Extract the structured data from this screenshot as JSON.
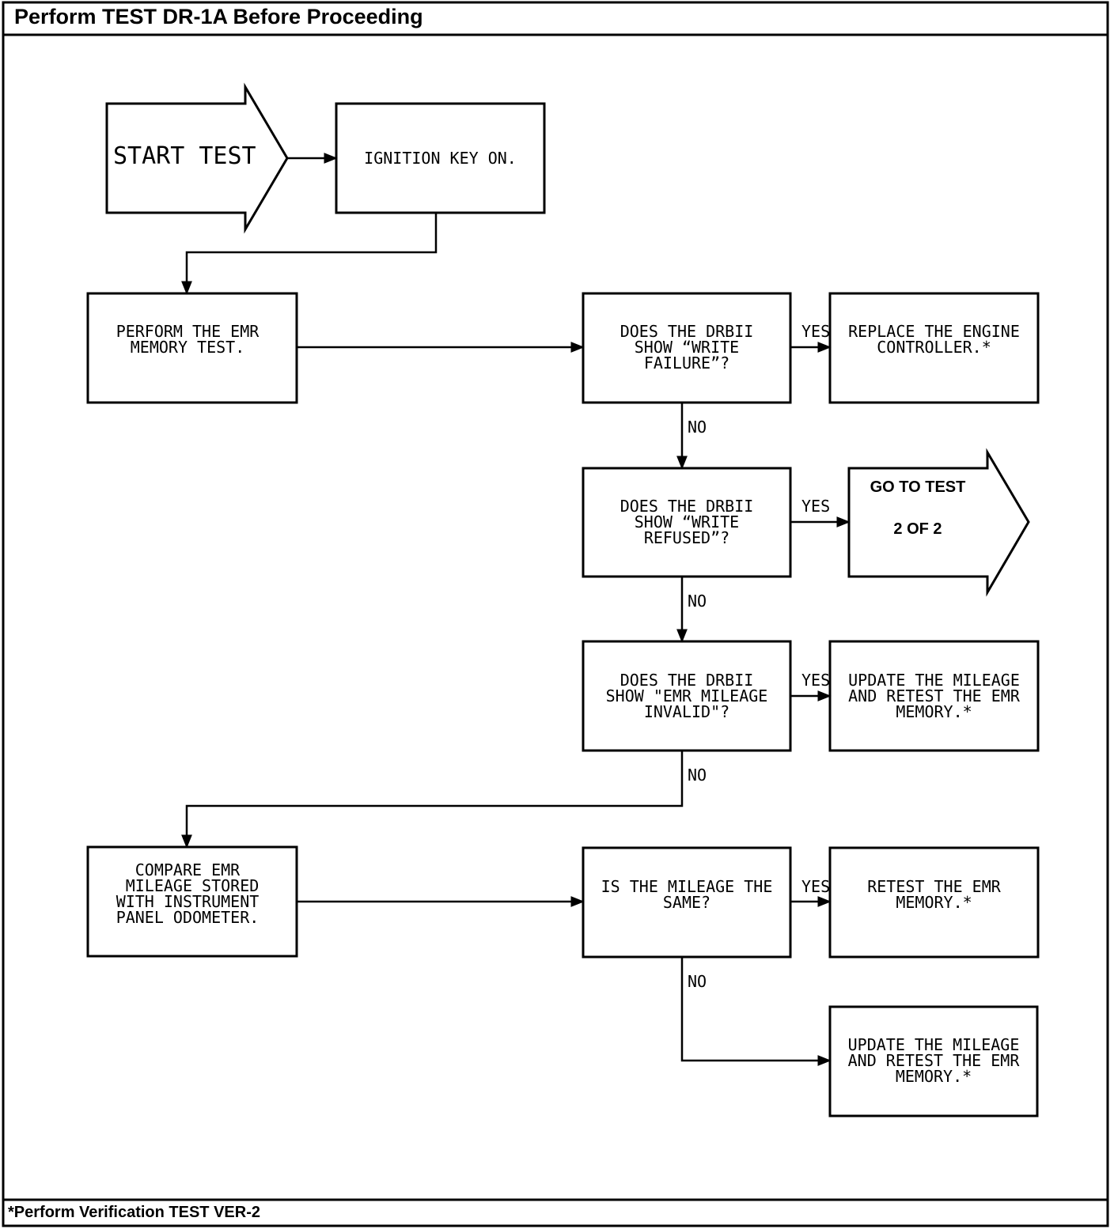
{
  "header": {
    "title": "Perform TEST DR-1A Before Proceeding"
  },
  "footer": {
    "note": "*Perform Verification TEST VER-2"
  },
  "nodes": {
    "start": {
      "label": "START TEST"
    },
    "ignition": {
      "lines": [
        "IGNITION KEY ON."
      ]
    },
    "emr_test": {
      "lines": [
        "PERFORM THE EMR",
        "MEMORY TEST."
      ]
    },
    "write_failure": {
      "lines": [
        "DOES THE DRBII",
        "SHOW “WRITE",
        "FAILURE”?"
      ]
    },
    "replace_controller": {
      "lines": [
        "REPLACE THE ENGINE",
        "CONTROLLER.*"
      ]
    },
    "write_refused": {
      "lines": [
        "DOES THE DRBII",
        "SHOW “WRITE",
        "REFUSED”?"
      ]
    },
    "goto_test": {
      "line1": "GO TO TEST",
      "line2": "2 OF 2"
    },
    "mileage_invalid": {
      "lines": [
        "DOES THE DRBII",
        "SHOW \"EMR MILEAGE",
        "INVALID\"?"
      ]
    },
    "update_mileage_1": {
      "lines": [
        "UPDATE THE MILEAGE",
        "AND RETEST THE EMR",
        "MEMORY.*"
      ]
    },
    "compare_emr": {
      "lines": [
        "COMPARE EMR",
        " MILEAGE STORED",
        "WITH INSTRUMENT",
        "PANEL ODOMETER."
      ]
    },
    "mileage_same": {
      "lines": [
        "IS THE MILEAGE THE",
        "SAME?"
      ]
    },
    "retest_emr": {
      "lines": [
        "RETEST THE EMR",
        "MEMORY.*"
      ]
    },
    "update_mileage_2": {
      "lines": [
        "UPDATE THE MILEAGE",
        "AND RETEST THE EMR",
        "MEMORY.*"
      ]
    }
  },
  "edge_labels": {
    "yes": "YES",
    "no": "NO"
  }
}
